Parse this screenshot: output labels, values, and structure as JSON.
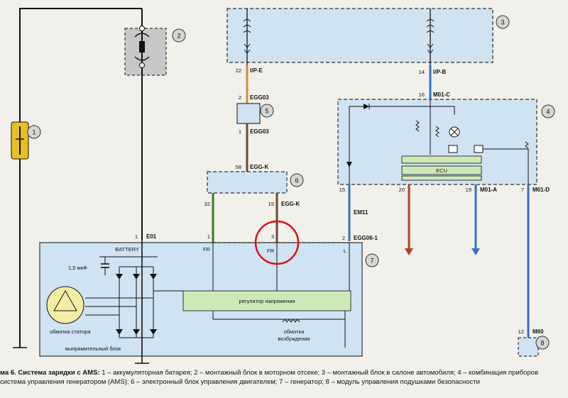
{
  "colors": {
    "panel_fill": "#cfe3f3",
    "panel_border": "#333333",
    "gray_block": "#c8c8c8",
    "wire_black": "#111111",
    "wire_green": "#3a7a2a",
    "wire_brown": "#6b4a32",
    "wire_blue": "#3a6fc0",
    "wire_red": "#c0392b",
    "wire_orange": "#d98a3a",
    "fuse_yellow": "#e8c020",
    "ecu_green": "#cfe8b8",
    "callout_gray": "#d6d6d6",
    "highlight_red": "#e01010"
  },
  "callouts": [
    "1",
    "2",
    "3",
    "4",
    "5",
    "6",
    "7",
    "8"
  ],
  "connectors": {
    "i_p_e": {
      "pin": "22",
      "name": "I/P-E"
    },
    "egg03_top": {
      "pin": "2",
      "name": "EGG03"
    },
    "egg03_bot": {
      "pin": "1",
      "name": "EGG03"
    },
    "egg_k_top": {
      "pin": "58",
      "name": "EGG-K"
    },
    "egg_k_l": {
      "pin": "32"
    },
    "egg_k_r": {
      "pin": "15",
      "name": "EGG-K"
    },
    "i_p_b": {
      "pin": "14",
      "name": "I/P-B"
    },
    "m01_c": {
      "pin": "16",
      "name": "M01-C"
    },
    "em11": {
      "pin": "15",
      "name": "EM11",
      "top_pin": "15"
    },
    "egg06": {
      "pin": "2",
      "name": "EGG06-1"
    },
    "p20": {
      "pin": "20"
    },
    "m01_a": {
      "pin": "19",
      "name": "M01-A"
    },
    "m01_d": {
      "pin": "7",
      "name": "M01-D"
    },
    "e01": {
      "pin": "1",
      "name": "E01"
    },
    "gen_pin1": {
      "pin": "1"
    },
    "gen_pin3": {
      "pin": "3"
    },
    "m60": {
      "pin": "12",
      "name": "M60"
    }
  },
  "terminals": {
    "fr_left": "FR",
    "fr_right": "FR",
    "l": "L",
    "battery": "BATTERY"
  },
  "ecu_label": "ECU",
  "alternator": {
    "capacitor": "1,5 мкФ",
    "regulator": "регулятор напряжения",
    "stator": "обмотка статора",
    "rectifier": "выпрямительный блок",
    "field_line1": "обмотка",
    "field_line2": "возбуждения"
  },
  "caption": {
    "line1_bold": "ма 6. Система зарядки с AMS:",
    "line1_text": " 1 – аккумуляторная батарея; 2 – монтажный блок в моторном отсеке; 3 – монтажный блок в салоне автомобиля; 4 – комбинация приборов",
    "line2_text": "система управления генератором (AMS); 6 – электронный блок управления двигателем; 7 – генератор; 8 – модуль управления подушками безопасности"
  }
}
